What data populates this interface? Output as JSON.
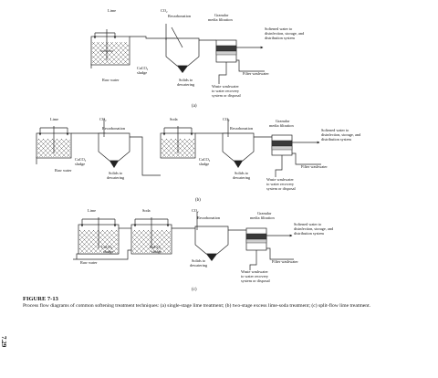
{
  "a": {
    "sublabel": "(a)",
    "lime": "Lime",
    "co2": "CO₂",
    "recarbonation": "Recarbonation",
    "granular": "Granular",
    "media_filtration": "media filtration",
    "softened": [
      "Softened water to",
      "disinfection, storage, and",
      "distribution system"
    ],
    "caco3": "CaCO₃",
    "sludge": "sludge",
    "raw_water": "Raw water",
    "solids": [
      "Solids to",
      "dewatering"
    ],
    "filter_ww": "Filter washwater",
    "waste": [
      "Waste washwater",
      "to water recovery",
      "system or disposal"
    ]
  },
  "b": {
    "sublabel": "(b)",
    "lime": "Lime",
    "co2_1": "CO₂",
    "recarb_1": "Recarbonation",
    "soda": "Soda",
    "co2_2": "CO₂",
    "recarb_2": "Recarbonation",
    "granular": "Granular",
    "media_filtration": "media filtration",
    "softened": [
      "Softened water to",
      "disinfection, storage, and",
      "distribution system"
    ],
    "caco3_1": "CaCO₃",
    "sludge_1": "sludge",
    "caco3_2": "CaCO₃",
    "sludge_2": "sludge",
    "raw_water": "Raw water",
    "solids_1": [
      "Solids to",
      "dewatering"
    ],
    "solids_2": [
      "Solids to",
      "dewatering"
    ],
    "filter_ww": "Filter washwater",
    "waste": [
      "Waste washwater",
      "to water recovery",
      "system or disposal"
    ]
  },
  "c": {
    "sublabel": "(c)",
    "lime": "Lime",
    "soda": "Soda",
    "co2": "CO₂",
    "recarbonation": "Recarbonation",
    "granular": "Granular",
    "media_filtration": "media filtration",
    "softened": [
      "Softened water to",
      "disinfection, storage, and",
      "distribution system"
    ],
    "caco3_1": "CaCO₃",
    "sludge_1": "sludge",
    "caco3_2": "CaCO₃",
    "sludge_2": "sludge",
    "raw_water": "Raw water",
    "solids": [
      "Solids to",
      "dewatering"
    ],
    "filter_ww": "Filter washwater",
    "waste": [
      "Waste washwater",
      "to water recovery",
      "system or disposal"
    ]
  },
  "caption": {
    "title": "FIGURE 7-13",
    "text": "Process flow diagrams of common softening treatment techniques: (a) single-stage lime treatment; (b) two-stage excess lime-soda treatment; (c) split-flow lime treatment."
  },
  "page_number": "7.29"
}
